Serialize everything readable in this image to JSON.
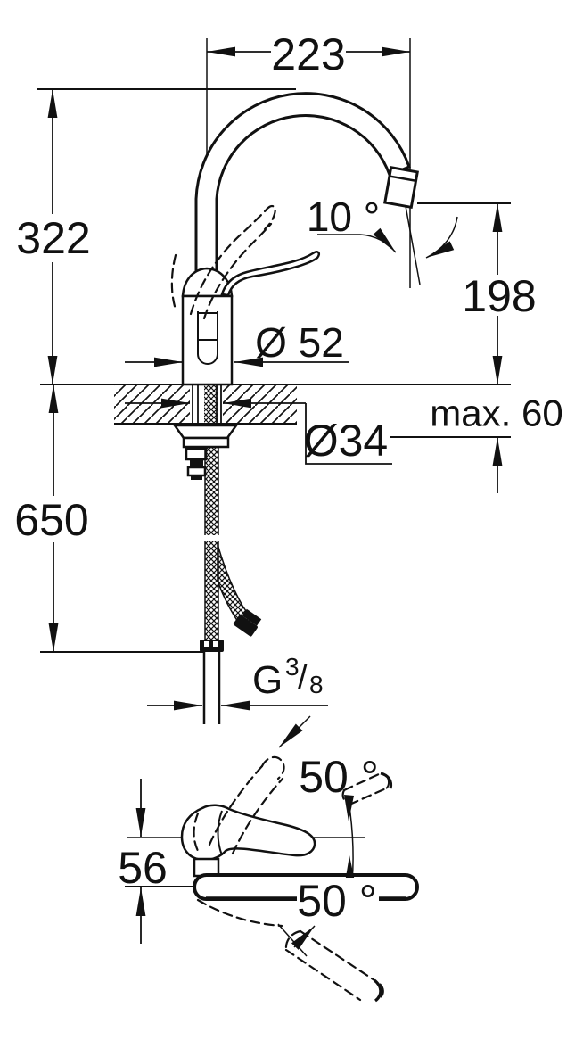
{
  "meta": {
    "drawing_type": "technical dimension drawing",
    "subject": "single-lever kitchen sink mixer with high swivel spout",
    "background_color": "#ffffff",
    "line_color": "#111111"
  },
  "front_view": {
    "spout_reach": "223",
    "total_height": "322",
    "outlet_height": "198",
    "outlet_angle": "10 °",
    "base_diameter": "Ø 52",
    "hole_diameter": "Ø34",
    "max_deck_thickness": "max. 60",
    "hose_length": "650",
    "thread": {
      "letter": "G",
      "numerator": "3",
      "slash": "/",
      "denominator": "8"
    }
  },
  "handle_view": {
    "handle_height": "56",
    "open_angle": "50 °",
    "swing_angle": "50 °"
  }
}
